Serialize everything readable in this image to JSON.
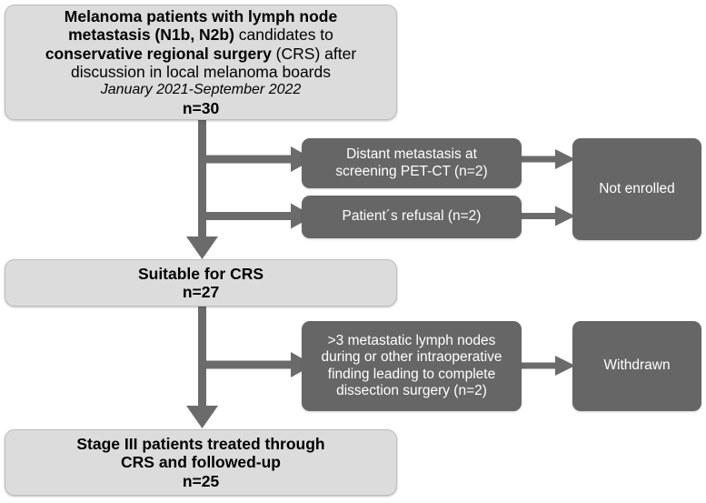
{
  "diagram": {
    "title": "CONSORT-style patient flow diagram",
    "colors": {
      "light_box_fill": "#dcdcdc",
      "light_box_border": "#bdbdbd",
      "dark_box_fill": "#666666",
      "connector": "#6b6b6b",
      "light_box_text": "#000000",
      "dark_box_text": "#ffffff",
      "page_background": "#ffffff"
    },
    "nodes": {
      "enrollment": {
        "line1": "Melanoma patients with lymph node",
        "line2_bold": "metastasis (N1b, N2b)",
        "line2_rest": " candidates to",
        "line3_bold": "conservative regional surgery",
        "line3_rest": " (CRS) after",
        "line4": "discussion in local melanoma boards",
        "period": "January 2021-September 2022",
        "count": "n=30"
      },
      "exclusion_distant_metastasis": {
        "line1": "Distant metastasis at",
        "line2": "screening PET-CT (n=2)"
      },
      "exclusion_patient_refusal": {
        "line1": "Patient´s refusal (n=2)"
      },
      "not_enrolled": {
        "label": "Not enrolled"
      },
      "suitable": {
        "title": "Suitable for CRS",
        "count": "n=27"
      },
      "exclusion_intraoperative": {
        "line1": ">3 metastatic lymph nodes",
        "line2": "during or other intraoperative",
        "line3": "finding leading to complete",
        "line4": "dissection surgery (n=2)"
      },
      "withdrawn": {
        "label": "Withdrawn"
      },
      "treated": {
        "line1": "Stage III patients treated through",
        "line2": "CRS and followed-up",
        "count": "n=25"
      }
    }
  }
}
